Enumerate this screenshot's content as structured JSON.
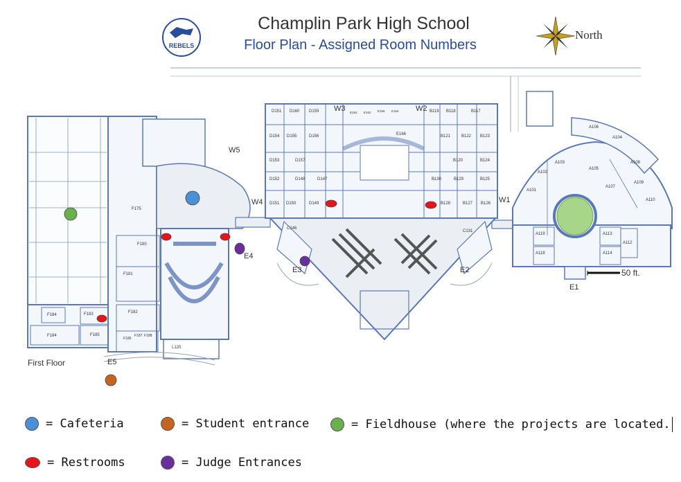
{
  "header": {
    "title": "Champlin Park High School",
    "subtitle": "Floor Plan - Assigned Room Numbers",
    "logo_text": "REBELS",
    "north_label": "North"
  },
  "plan": {
    "floor_label": "First Floor",
    "scale_label": "50 ft.",
    "entrances": [
      "W5",
      "W4",
      "W3",
      "W2",
      "W1",
      "E4",
      "E3",
      "E2",
      "E1",
      "E5"
    ],
    "rooms_left": [
      "F180",
      "F181",
      "F182",
      "F183",
      "F184",
      "F184",
      "F185",
      "F186",
      "F187",
      "F188",
      "L120",
      "F175"
    ],
    "rooms_mid": [
      "D151",
      "D160",
      "D159",
      "E163",
      "E162",
      "E165",
      "E164",
      "B119",
      "B118",
      "B117",
      "D154",
      "D155",
      "D156",
      "E166",
      "B121",
      "B122",
      "B123",
      "D153",
      "D157",
      "B120",
      "B124",
      "D152",
      "D148",
      "D147",
      "B130",
      "B129",
      "B125",
      "D151",
      "D150",
      "D149",
      "B128",
      "B127",
      "B126",
      "C146",
      "C131"
    ],
    "rooms_right": [
      "A106",
      "A104",
      "A103",
      "A102",
      "A105",
      "A108",
      "A101",
      "A107",
      "A109",
      "A110",
      "A119",
      "A113",
      "A112",
      "A118",
      "A114"
    ]
  },
  "colors": {
    "cafeteria": "#4a90d9",
    "student_entrance": "#c4641f",
    "fieldhouse": "#6ab04c",
    "restrooms": "#e8141b",
    "judge_entrances": "#6b2f9c",
    "wall": "#5a78b8"
  },
  "legend": [
    {
      "key": "cafeteria",
      "label": "= Cafeteria"
    },
    {
      "key": "student_entrance",
      "label": "= Student entrance"
    },
    {
      "key": "fieldhouse",
      "label": "= Fieldhouse (where the projects are located."
    },
    {
      "key": "restrooms",
      "label": "= Restrooms"
    },
    {
      "key": "judge_entrances",
      "label": "= Judge Entrances"
    }
  ]
}
